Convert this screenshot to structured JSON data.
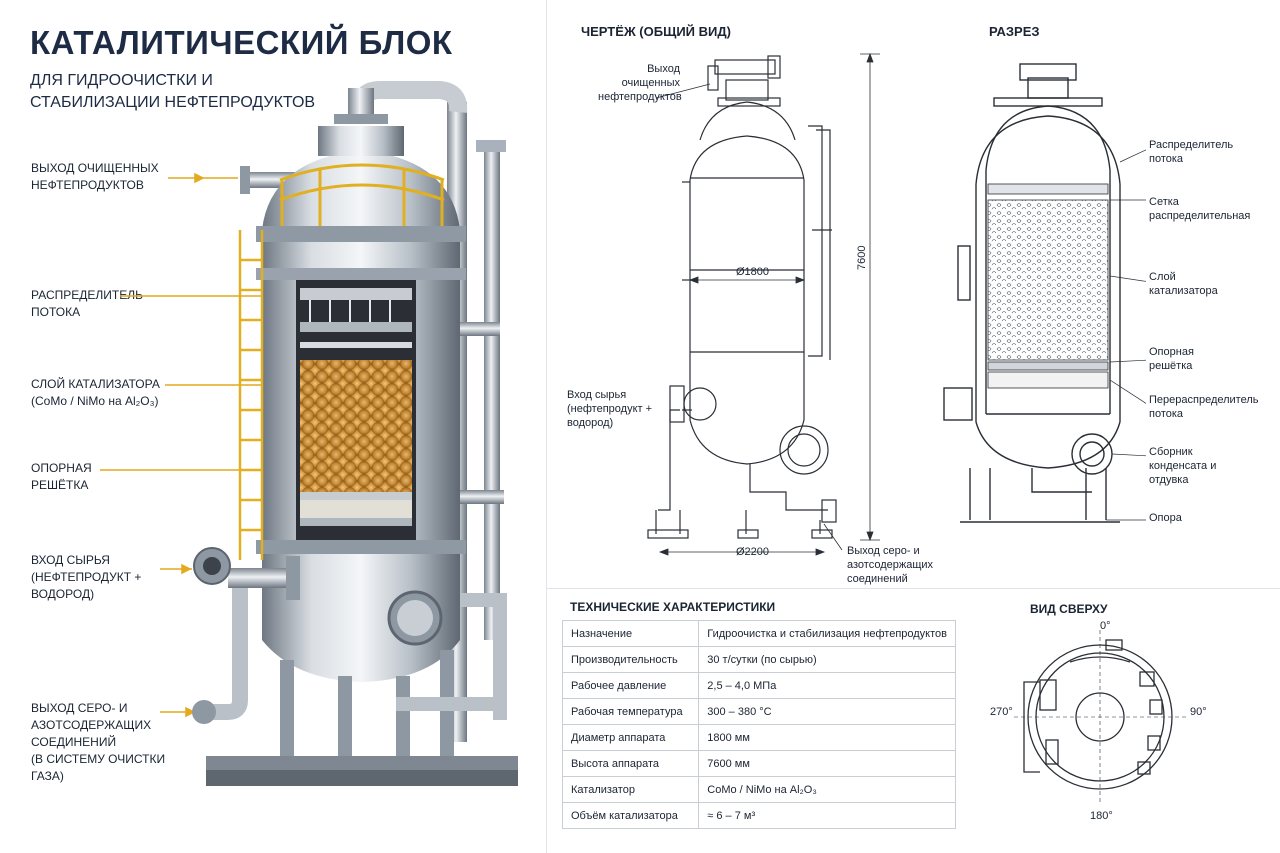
{
  "title": "КАТАЛИТИЧЕСКИЙ БЛОК",
  "subtitle": [
    "ДЛЯ ГИДРООЧИСТКИ И",
    "СТАБИЛИЗАЦИИ НЕФТЕПРОДУКТОВ"
  ],
  "left_labels": [
    {
      "lines": [
        "ВЫХОД ОЧИЩЕННЫХ",
        "НЕФТЕПРОДУКТОВ"
      ]
    },
    {
      "lines": [
        "РАСПРЕДЕЛИТЕЛЬ",
        "ПОТОКА"
      ]
    },
    {
      "lines": [
        "СЛОЙ КАТАЛИЗАТОРА",
        "(CoMo / NiMo на Al₂O₃)"
      ]
    },
    {
      "lines": [
        "ОПОРНАЯ",
        "РЕШЁТКА"
      ]
    },
    {
      "lines": [
        "ВХОД СЫРЬЯ",
        "(НЕФТЕПРОДУКТ +",
        "ВОДОРОД)"
      ]
    },
    {
      "lines": [
        "ВЫХОД СЕРО- И",
        "АЗОТСОДЕРЖАЩИХ",
        "СОЕДИНЕНИЙ",
        "(В СИСТЕМУ ОЧИСТКИ",
        "ГАЗА)"
      ]
    }
  ],
  "drawing": {
    "heading": "ЧЕРТЁЖ (ОБЩИЙ ВИД)",
    "outlet_label": [
      "Выход",
      "очищенных",
      "нефтепродуктов"
    ],
    "inlet_label": [
      "Вход сырья",
      "(нефтепродукт +",
      "водород)"
    ],
    "gas_label": [
      "Выход серо- и",
      "азотсодержащих",
      "соединений"
    ],
    "dim_diameter": "Ø1800",
    "dim_base": "Ø2200",
    "dim_height": "7600"
  },
  "section": {
    "heading": "РАЗРЕЗ",
    "labels": [
      {
        "lines": [
          "Распределитель",
          "потока"
        ]
      },
      {
        "lines": [
          "Сетка",
          "распределительная"
        ]
      },
      {
        "lines": [
          "Слой",
          "катализатора"
        ]
      },
      {
        "lines": [
          "Опорная",
          "решётка"
        ]
      },
      {
        "lines": [
          "Перераспределитель",
          "потока"
        ]
      },
      {
        "lines": [
          "Сборник",
          "конденсата и",
          "отдувка"
        ]
      },
      {
        "lines": [
          "Опора"
        ]
      }
    ]
  },
  "specs": {
    "heading": "ТЕХНИЧЕСКИЕ ХАРАКТЕРИСТИКИ",
    "rows": [
      {
        "key": "Назначение",
        "value": "Гидроочистка и стабилизация нефтепродуктов"
      },
      {
        "key": "Производительность",
        "value": "30 т/сутки (по сырью)"
      },
      {
        "key": "Рабочее давление",
        "value": "2,5 – 4,0 МПа"
      },
      {
        "key": "Рабочая температура",
        "value": "300 – 380 °С"
      },
      {
        "key": "Диаметр аппарата",
        "value": "1800 мм"
      },
      {
        "key": "Высота аппарата",
        "value": "7600 мм"
      },
      {
        "key": "Катализатор",
        "value": "CoMo / NiMo на Al₂O₃"
      },
      {
        "key": "Объём катализатора",
        "value": "≈ 6 – 7 м³"
      }
    ]
  },
  "top_view": {
    "heading": "ВИД СВЕРХУ",
    "angle_top": "0°",
    "angle_right": "90°",
    "angle_bottom": "180°",
    "angle_left": "270°"
  },
  "colors": {
    "title": "#1d2b44",
    "leader": "#e4a91e",
    "steel": "#a9b2bc",
    "catalyst": "#c98a32",
    "line": "#2a2f36"
  }
}
